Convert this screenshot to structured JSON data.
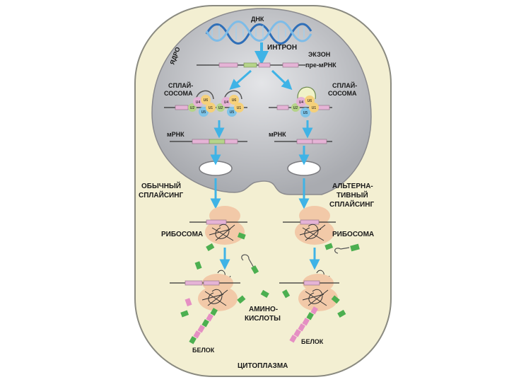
{
  "labels": {
    "dna": "ДНК",
    "intron": "ИНТРОН",
    "exon": "ЭКЗОН",
    "pre_mrna": "пре-мРНК",
    "nucleus": "ЯДРО",
    "spliceosome_left_1": "СПЛАЙ-",
    "spliceosome_left_2": "СОСОМА",
    "spliceosome_right_1": "СПЛАЙ-",
    "spliceosome_right_2": "СОСОМА",
    "mrna_left": "мРНК",
    "mrna_right": "мРНК",
    "normal_splicing_1": "ОБЫЧНЫЙ",
    "normal_splicing_2": "СПЛАЙСИНГ",
    "alt_splicing_1": "АЛЬТЕРНА-",
    "alt_splicing_2": "ТИВНЫЙ",
    "alt_splicing_3": "СПЛАЙСИНГ",
    "ribosome_left": "РИБОСОМА",
    "ribosome_right": "РИБОСОМА",
    "amino_acids_1": "АМИНО-",
    "amino_acids_2": "КИСЛОТЫ",
    "protein_left": "БЕЛОК",
    "protein_right": "БЕЛОК",
    "cytoplasm": "ЦИТОПЛАЗМА"
  },
  "snrnp_labels": {
    "u1": "U1",
    "u2": "U2",
    "u4": "U4",
    "u5": "U5",
    "u6": "U6"
  },
  "colors": {
    "cell_fill": "#f3efd2",
    "cell_stroke": "#8a8a80",
    "nucleus_fill": "#c9cacf",
    "arrow": "#3fb3e6",
    "ribosome": "#f2c9a8",
    "exon_pink": "#e5b3d6",
    "intron_green": "#b6d48a",
    "amino_green": "#4caf50",
    "amino_pink": "#e58fc3"
  }
}
